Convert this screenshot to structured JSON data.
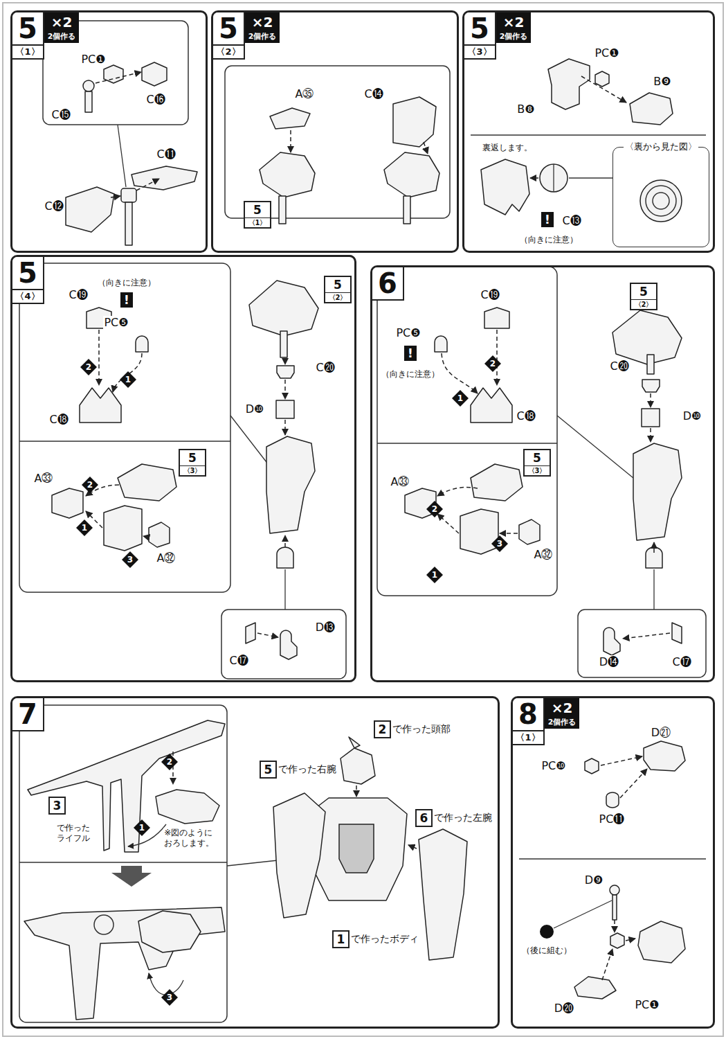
{
  "diagram": {
    "nodes": [
      {
        "text": [
          "5",
          "〈1〉"
        ]
      },
      {
        "text": [
          "×2",
          "2個作る"
        ],
        "in": 0
      },
      {
        "text": [
          "5",
          "〈2〉"
        ]
      },
      {
        "text": [
          "×2",
          "2個作る"
        ],
        "in": 2
      },
      {
        "text": [
          "5",
          "〈1〉"
        ],
        "in": 2
      },
      {
        "text": [
          "5",
          "〈3〉"
        ]
      },
      {
        "text": [
          "×2",
          "2個作る"
        ],
        "in": 5
      },
      {
        "text": [
          "〈裏から見た図〉"
        ],
        "in": 5
      },
      {
        "text": [
          "5",
          "〈4〉"
        ]
      },
      {
        "text": [
          "5",
          "〈2〉"
        ],
        "in": 8
      },
      {
        "text": [
          "5",
          "〈3〉"
        ],
        "in": 8
      },
      {
        "text": [
          "6"
        ]
      },
      {
        "text": [
          "5",
          "〈2〉"
        ],
        "in": 11
      },
      {
        "text": [
          "5",
          "〈3〉"
        ],
        "in": 11
      },
      {
        "text": [
          "7"
        ]
      },
      {
        "text": [
          "2"
        ],
        "in": 14
      },
      {
        "text": [
          "5"
        ],
        "in": 14
      },
      {
        "text": [
          "6"
        ],
        "in": 14
      },
      {
        "text": [
          "3"
        ],
        "in": 14
      },
      {
        "text": [
          "1"
        ],
        "in": 14
      },
      {
        "text": [
          "8",
          "〈1〉"
        ]
      },
      {
        "text": [
          "×2",
          "2個作る"
        ],
        "in": 20
      }
    ],
    "labels": [
      "PC❶",
      "C⓰",
      "C⓯",
      "C⓫",
      "C⓬",
      "A㉟",
      "C⓮",
      "PC❶",
      "B❾",
      "B❽",
      "裏返します。",
      "!",
      "C⓭",
      "（向きに注意）",
      "C⓳",
      "（向きに注意）",
      "!",
      "PC❺",
      "2",
      "1",
      "C⓲",
      "A㉝",
      "2",
      "1",
      "3",
      "A㉜",
      "C⓴",
      "D❿",
      "D⓭",
      "C⓱",
      "C⓳",
      "PC❺",
      "!",
      "（向きに注意）",
      "1",
      "2",
      "C⓲",
      "A㉝",
      "2",
      "3",
      "1",
      "A㉜",
      "C⓴",
      "D❿",
      "D⓮",
      "C⓱",
      "2",
      "1",
      "※図のように おろします。",
      "で作った ライフル",
      "3",
      "で作った頭部",
      "で作った右腕",
      "で作った左腕",
      "で作ったボディ",
      "D㉑",
      "PC❿",
      "PC⓫",
      "D❾",
      "（後に組む）",
      "PC❶",
      "D⓴"
    ]
  }
}
